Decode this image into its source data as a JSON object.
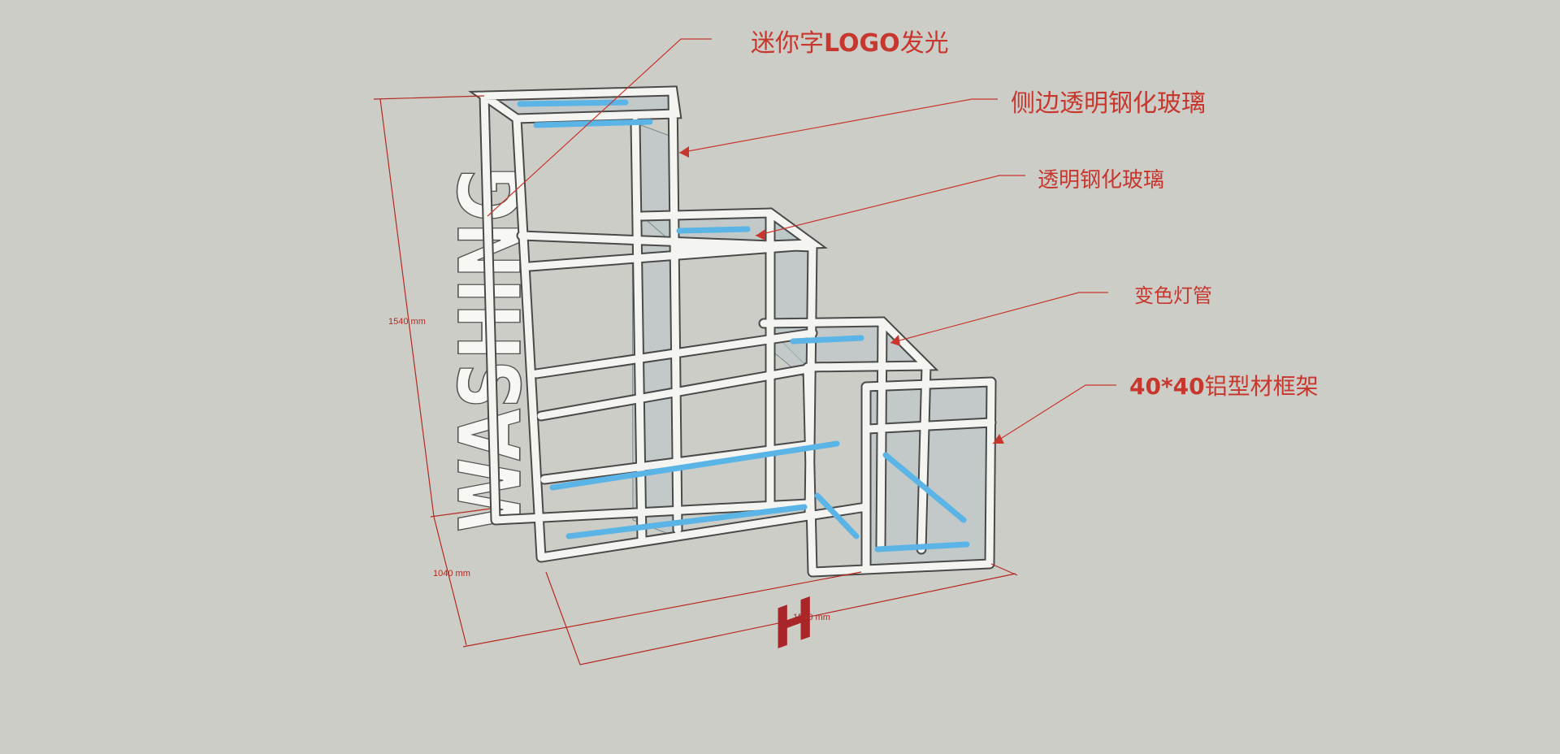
{
  "callouts": {
    "logo_prefix": "迷你字",
    "logo_bold": "LOGO",
    "logo_suffix": "发光",
    "side_glass": "侧边透明钢化玻璃",
    "glass": "透明钢化玻璃",
    "led_tube": "变色灯管",
    "frame_bold": "40*40",
    "frame_suffix": "铝型材框架"
  },
  "dimensions": {
    "height": "1540 mm",
    "depth": "1040 mm",
    "width": "1540 mm"
  },
  "logo_letters": "WASHING",
  "floor_letter": "H",
  "colors": {
    "background": "#cdcdc8",
    "callout_text": "#c8372d",
    "leader_line": "#c8372d",
    "aluminum": "#f4f4f0",
    "aluminum_edge": "#4a4a4a",
    "led_tube": "#5ab4e6",
    "glass": "#b9c6c8",
    "floor_logo": "#a8262a"
  }
}
